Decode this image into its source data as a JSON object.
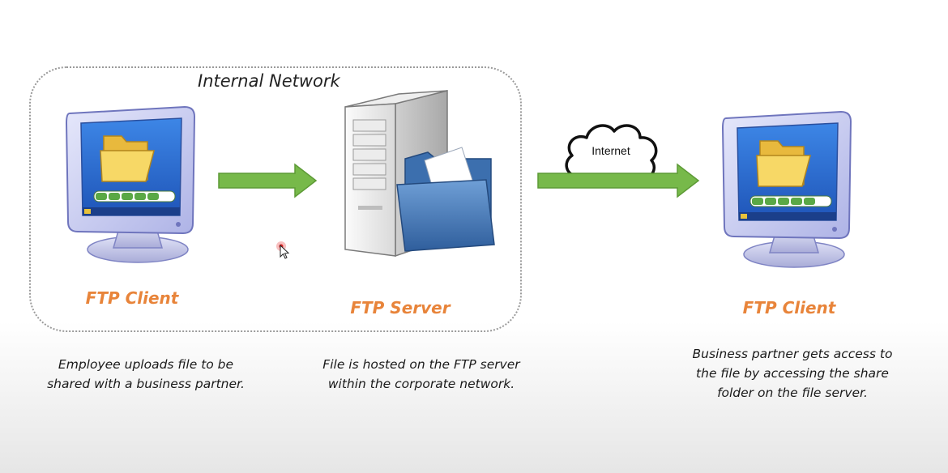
{
  "network": {
    "label": "Internal Network"
  },
  "nodes": {
    "client_left": {
      "label": "FTP Client",
      "caption": [
        "Employee uploads file to be",
        "shared with a business partner."
      ]
    },
    "server": {
      "label": "FTP Server",
      "caption": [
        "File is hosted on the FTP server",
        "within the corporate network."
      ]
    },
    "client_right": {
      "label": "FTP Client",
      "caption": [
        "Business partner gets access to",
        "the file by accessing the share",
        "folder on the file server."
      ]
    }
  },
  "cloud": {
    "label": "Internet"
  },
  "colors": {
    "arrow": "#77b94a",
    "label": "#e8843a",
    "monitor_frame": "#c9cdf0",
    "screen": "#2f6fd0",
    "cloud_fill": "#ffffff"
  }
}
